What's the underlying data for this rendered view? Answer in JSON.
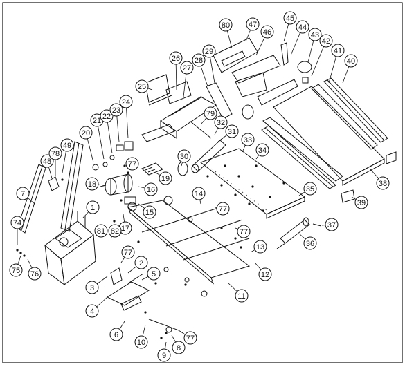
{
  "diagram": {
    "type": "exploded parts diagram (treadmill)",
    "line_color": "#111111",
    "background": "#ffffff",
    "callouts": [
      "1",
      "2",
      "3",
      "4",
      "5",
      "6",
      "7",
      "8",
      "9",
      "10",
      "11",
      "12",
      "13",
      "14",
      "15",
      "16",
      "17",
      "18",
      "19",
      "20",
      "21",
      "22",
      "23",
      "24",
      "25",
      "26",
      "27",
      "28",
      "29",
      "30",
      "31",
      "32",
      "33",
      "34",
      "35",
      "36",
      "37",
      "38",
      "39",
      "40",
      "41",
      "42",
      "43",
      "44",
      "45",
      "46",
      "47",
      "48",
      "49",
      "74",
      "75",
      "76",
      "77",
      "77",
      "77",
      "77",
      "77",
      "78",
      "79",
      "80",
      "81",
      "82"
    ]
  }
}
